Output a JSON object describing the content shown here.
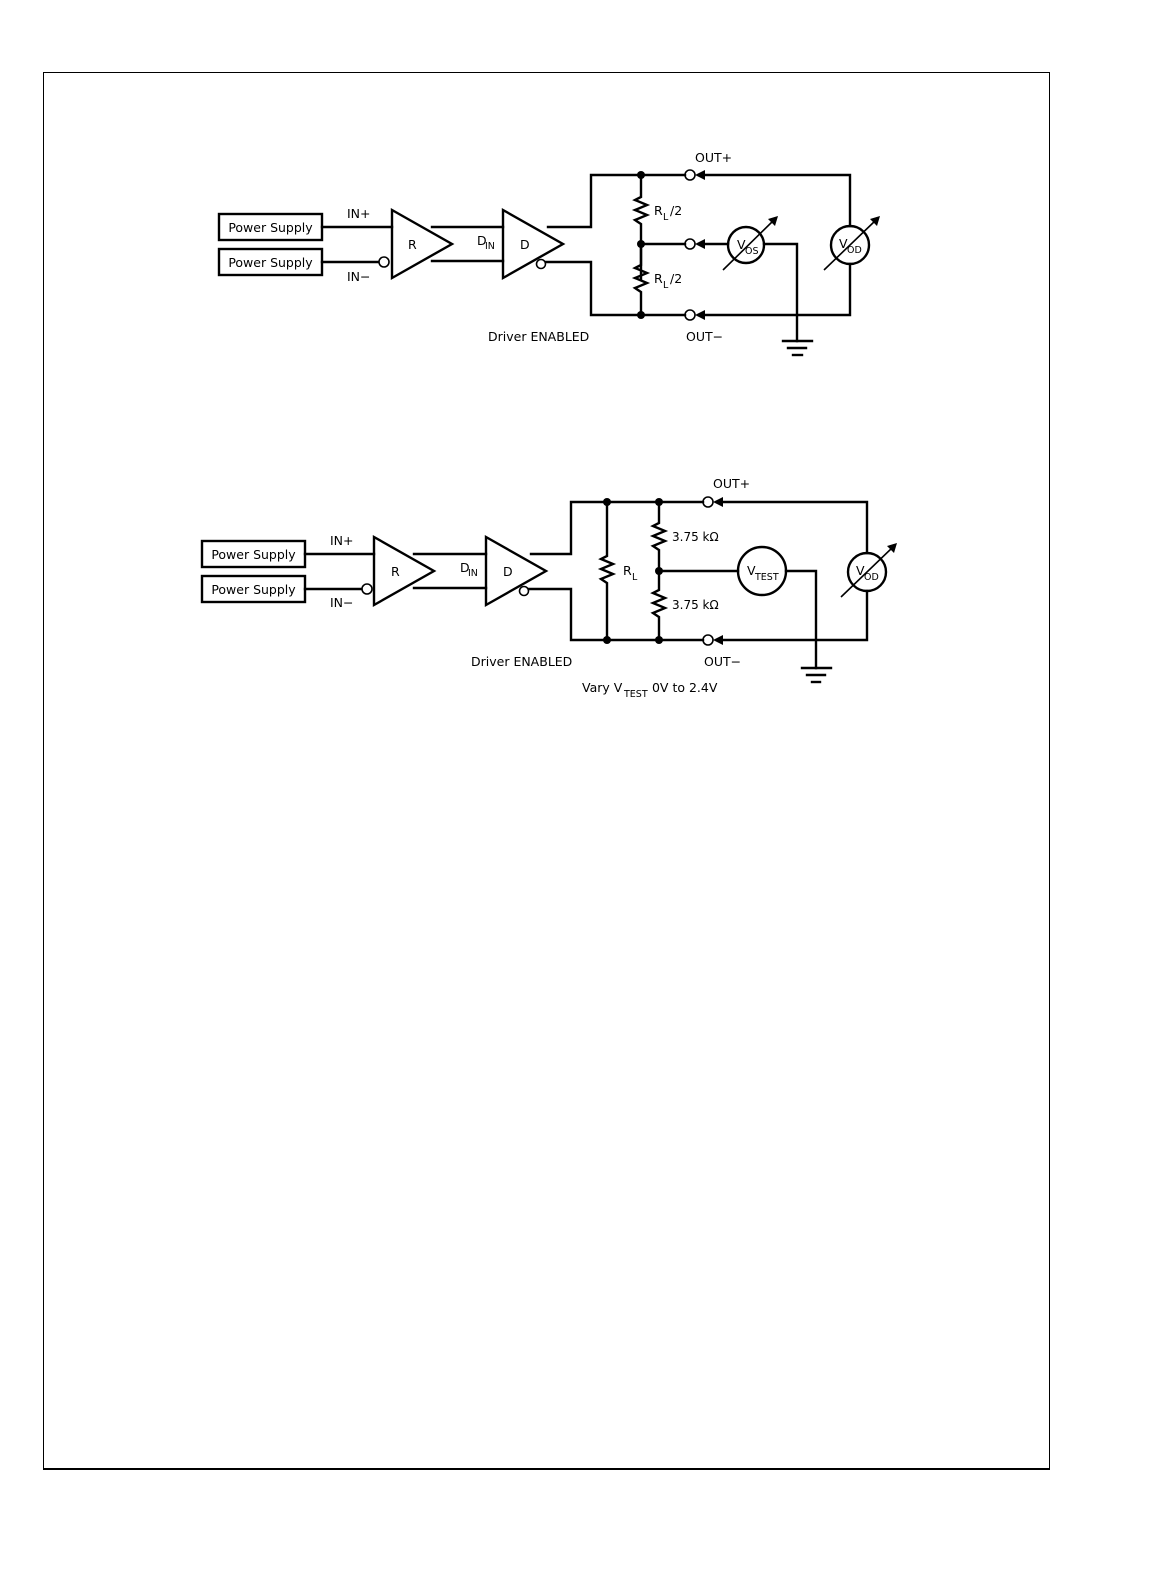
{
  "colors": {
    "line": "#000000",
    "background": "#ffffff"
  },
  "circuit1": {
    "power_supply_top": "Power Supply",
    "power_supply_bottom": "Power Supply",
    "in_plus": "IN+",
    "in_minus": "IN−",
    "receiver": "R",
    "din_main": "D",
    "din_sub": "IN",
    "driver": "D",
    "rl_top_main": "R",
    "rl_top_sub": "L",
    "rl_top_suffix": "/2",
    "rl_bot_main": "R",
    "rl_bot_sub": "L",
    "rl_bot_suffix": "/2",
    "vos_main": "V",
    "vos_sub": "OS",
    "vod_main": "V",
    "vod_sub": "OD",
    "out_plus": "OUT+",
    "out_minus": "OUT−",
    "caption": "Driver ENABLED"
  },
  "circuit2": {
    "power_supply_top": "Power Supply",
    "power_supply_bottom": "Power Supply",
    "in_plus": "IN+",
    "in_minus": "IN−",
    "receiver": "R",
    "din_main": "D",
    "din_sub": "IN",
    "driver": "D",
    "rl_main": "R",
    "rl_sub": "L",
    "res_top": "3.75 kΩ",
    "res_bot": "3.75 kΩ",
    "vtest_main": "V",
    "vtest_sub": "TEST",
    "vod_main": "V",
    "vod_sub": "OD",
    "out_plus": "OUT+",
    "out_minus": "OUT−",
    "caption": "Driver ENABLED",
    "vary_prefix": "Vary V",
    "vary_sub": "TEST",
    "vary_suffix": " 0V to 2.4V"
  }
}
